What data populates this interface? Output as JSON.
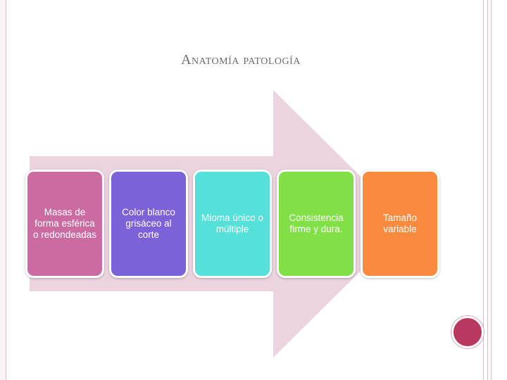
{
  "title": "Anatomía patología",
  "steps": [
    {
      "label": "Masas de forma esférica o redondeadas",
      "color": "#cc6aa2",
      "text_color": "#ffffff"
    },
    {
      "label": "Color blanco grisáceo al corte",
      "color": "#7b62d9",
      "text_color": "#ffffff"
    },
    {
      "label": "Mioma único o múltiple",
      "color": "#56e0da",
      "text_color": "#ffffff"
    },
    {
      "label": "Consistencia firme y dura.",
      "color": "#80e046",
      "text_color": "#ffffff"
    },
    {
      "label": "Tamaño variable",
      "color": "#f98a3e",
      "text_color": "#ffffff"
    }
  ],
  "colors": {
    "arrow": "#ebd3df",
    "accent_circle": "#b8395f"
  }
}
